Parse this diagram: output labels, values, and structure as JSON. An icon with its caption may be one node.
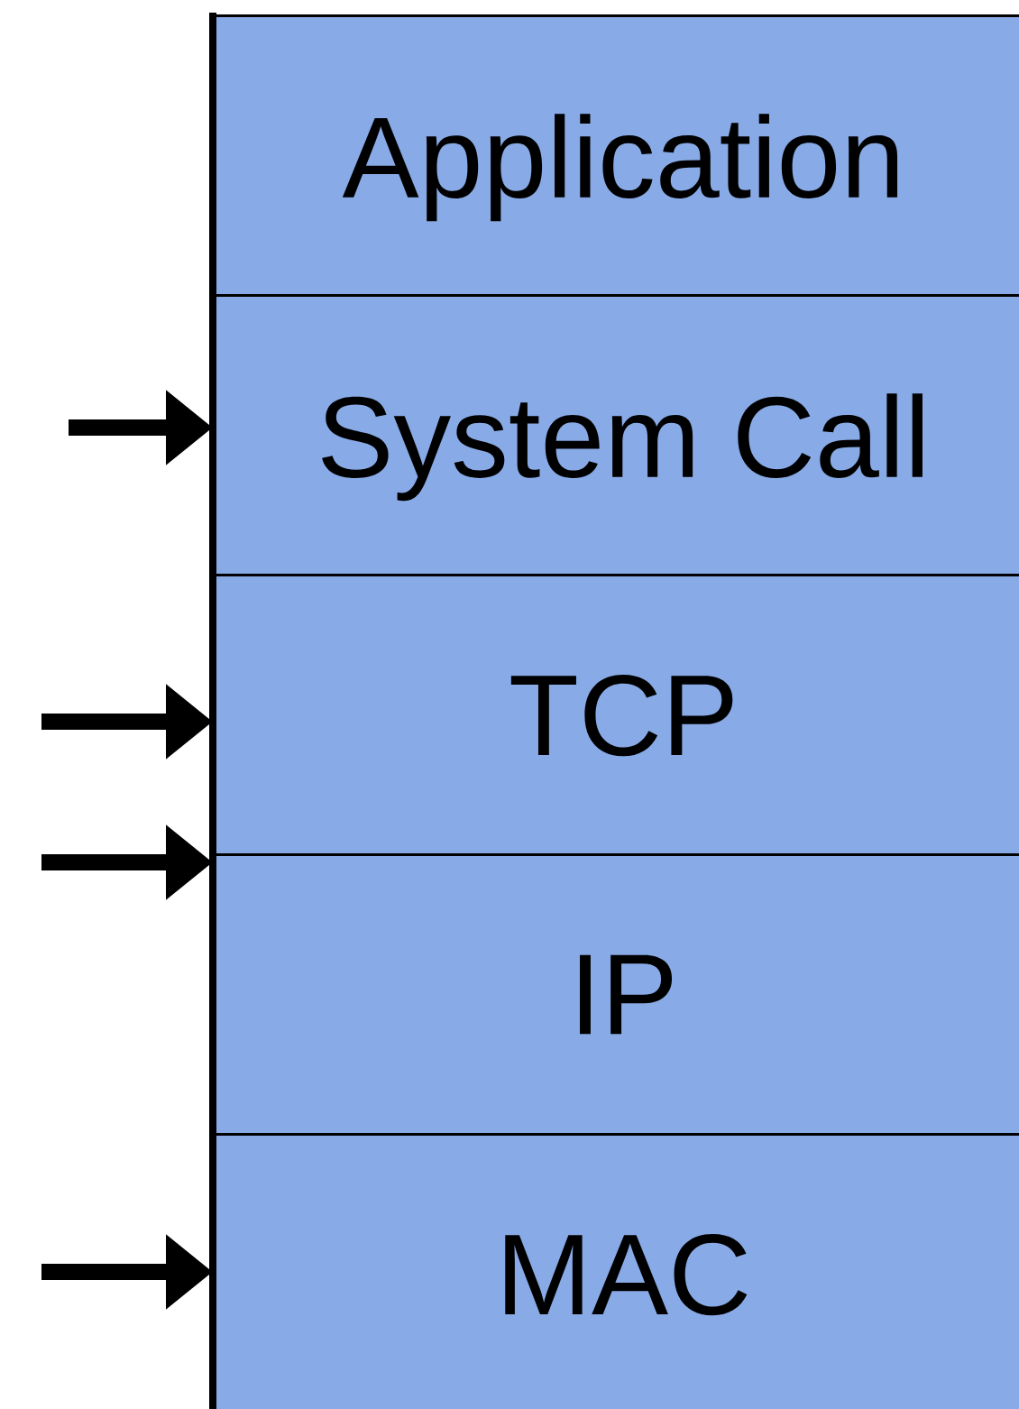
{
  "diagram": {
    "nodes": [
      {
        "text": [
          "Application"
        ]
      },
      {
        "text": [
          "System Call"
        ]
      },
      {
        "text": [
          "TCP"
        ]
      },
      {
        "text": [
          "IP"
        ]
      },
      {
        "text": [
          "MAC"
        ]
      }
    ],
    "edges": [
      {
        "from": null,
        "to": 1,
        "arrow": "to"
      },
      {
        "from": null,
        "to": 2,
        "arrow": "to"
      },
      {
        "from": null,
        "to": 3,
        "arrow": "to"
      },
      {
        "from": null,
        "to": 4,
        "arrow": "to"
      }
    ]
  }
}
